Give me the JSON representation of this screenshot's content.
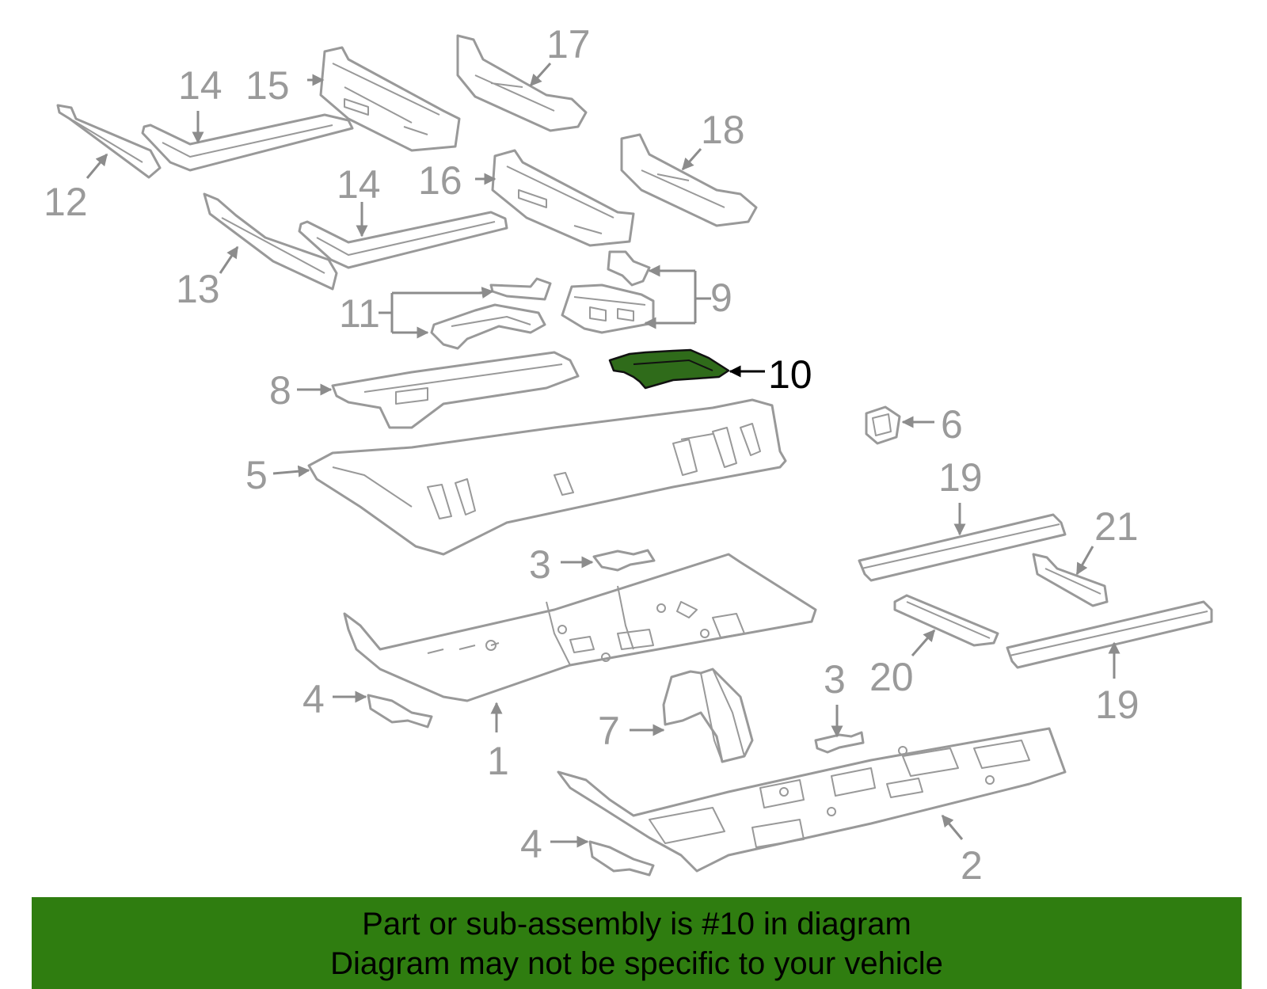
{
  "callouts": {
    "c1": "1",
    "c2": "2",
    "c3a": "3",
    "c3b": "3",
    "c4a": "4",
    "c4b": "4",
    "c5": "5",
    "c6": "6",
    "c7": "7",
    "c8": "8",
    "c9": "9",
    "c10": "10",
    "c11": "11",
    "c12": "12",
    "c13": "13",
    "c14a": "14",
    "c14b": "14",
    "c15": "15",
    "c16": "16",
    "c17": "17",
    "c18": "18",
    "c19a": "19",
    "c19b": "19",
    "c20": "20",
    "c21": "21"
  },
  "highlighted_part": "10",
  "colors": {
    "line_art": "#999999",
    "highlight_fill": "#2f6b1a",
    "banner_background": "#2f7d10"
  },
  "banner": {
    "line1": "Part or sub-assembly is #10 in diagram",
    "line2": "Diagram may not be specific to your vehicle"
  }
}
